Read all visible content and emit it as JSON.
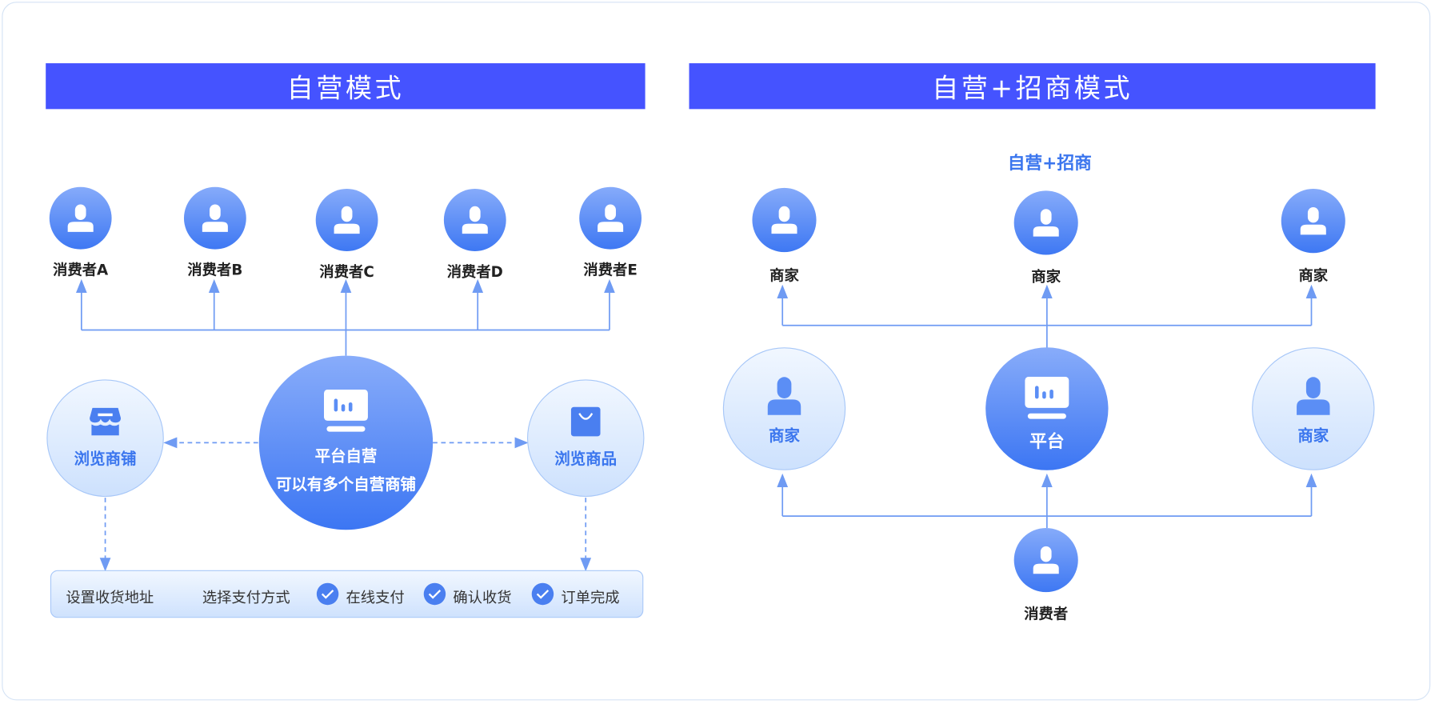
{
  "left": {
    "title": "自营模式",
    "consumers": [
      "消费者A",
      "消费者B",
      "消费者C",
      "消费者D",
      "消费者E"
    ],
    "platform": {
      "line1": "平台自营",
      "line2": "可以有多个自营商铺"
    },
    "browse_store": "浏览商铺",
    "browse_goods": "浏览商品",
    "process": [
      "设置收货地址",
      "选择支付方式",
      "在线支付",
      "确认收货",
      "订单完成"
    ]
  },
  "right": {
    "title": "自营+招商模式",
    "subtitle": "自营+招商",
    "top_merchants": [
      "商家",
      "商家",
      "商家"
    ],
    "left_merchant": "商家",
    "platform": "平台",
    "right_merchant": "商家",
    "consumer": "消费者"
  },
  "colors": {
    "header": "#4553ff",
    "accent": "#3e78f3",
    "line": "#6f9bf3"
  }
}
